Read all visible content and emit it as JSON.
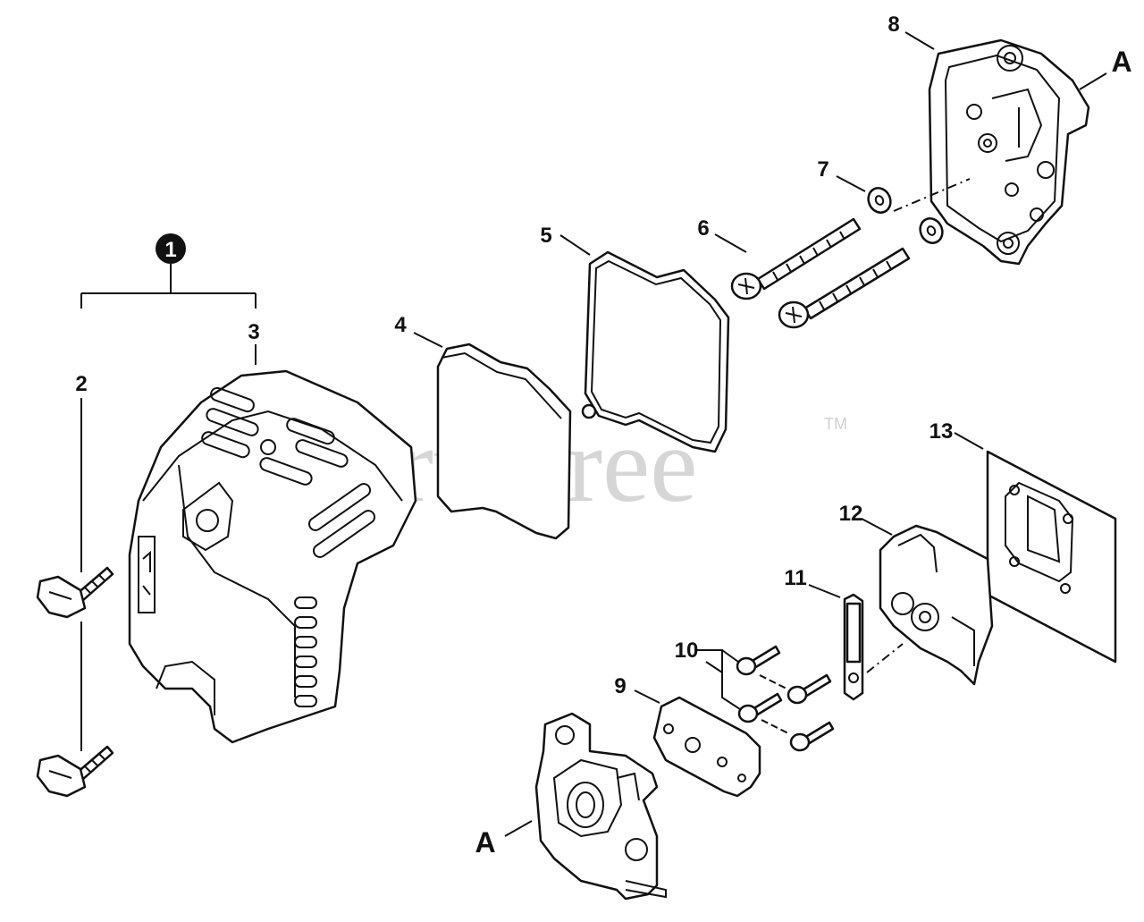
{
  "watermark": {
    "text": "PartsTree",
    "trademark": "TM"
  },
  "callouts": {
    "c1": "1",
    "c2": "2",
    "c3": "3",
    "c4": "4",
    "c5": "5",
    "c6": "6",
    "c7": "7",
    "c8": "8",
    "c9": "9",
    "c10": "10",
    "c11": "11",
    "c12": "12",
    "c13": "13"
  },
  "reference_labels": {
    "a_top": "A",
    "a_bottom": "A"
  },
  "parts": [
    {
      "callout": "1",
      "item": "cover-assembly"
    },
    {
      "callout": "2",
      "item": "knob-screw"
    },
    {
      "callout": "3",
      "item": "air-cleaner-cover"
    },
    {
      "callout": "4",
      "item": "air-filter"
    },
    {
      "callout": "5",
      "item": "filter-gasket"
    },
    {
      "callout": "6",
      "item": "screw"
    },
    {
      "callout": "7",
      "item": "washer"
    },
    {
      "callout": "8",
      "item": "air-cleaner-case"
    },
    {
      "callout": "9",
      "item": "carburetor-gasket"
    },
    {
      "callout": "10",
      "item": "screw"
    },
    {
      "callout": "11",
      "item": "plate"
    },
    {
      "callout": "12",
      "item": "insulator"
    },
    {
      "callout": "13",
      "item": "gasket"
    }
  ]
}
